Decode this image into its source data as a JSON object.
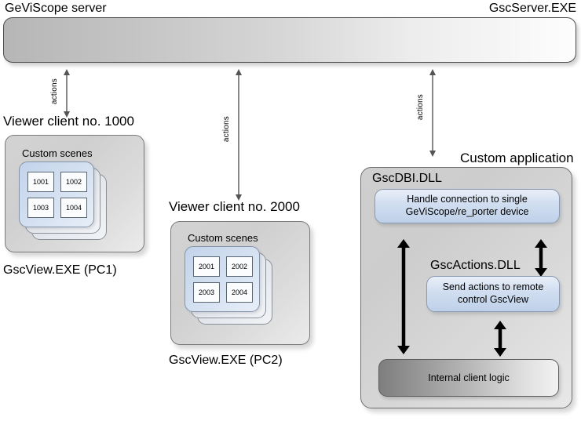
{
  "diagram": {
    "title_left": "GeViScope server",
    "title_right": "GscServer.EXE",
    "background": "#ffffff",
    "accent_blue": "#c3d3ea",
    "panel_gray": "#d3d3d3"
  },
  "server": {
    "label": "GeViScope server",
    "process": "GscServer.EXE"
  },
  "connectors": [
    {
      "id": "conn-client-1000",
      "label": "actions"
    },
    {
      "id": "conn-client-2000",
      "label": "actions"
    },
    {
      "id": "conn-custom-app",
      "label": "actions"
    }
  ],
  "clients": [
    {
      "id": "client-1000",
      "title": "Viewer client no. 1000",
      "caption": "GscView.EXE (PC1)",
      "scenes_label": "Custom scenes",
      "scenes": [
        "1001",
        "1002",
        "1003",
        "1004"
      ]
    },
    {
      "id": "client-2000",
      "title": "Viewer client no. 2000",
      "caption": "GscView.EXE (PC2)",
      "scenes_label": "Custom scenes",
      "scenes": [
        "2001",
        "2002",
        "2003",
        "2004"
      ]
    }
  ],
  "custom_application": {
    "title": "Custom application",
    "modules": [
      {
        "id": "gscdbi",
        "name": "GscDBI.DLL",
        "description": "Handle connection to single\nGeViScope/re_porter device",
        "description_line1": "Handle connection to single",
        "description_line2": "GeViScope/re_porter device"
      },
      {
        "id": "gscactions",
        "name": "GscActions.DLL",
        "description_line1": "Send actions to remote",
        "description_line2": "control GscView"
      }
    ],
    "internal_logic": "Internal client logic"
  }
}
